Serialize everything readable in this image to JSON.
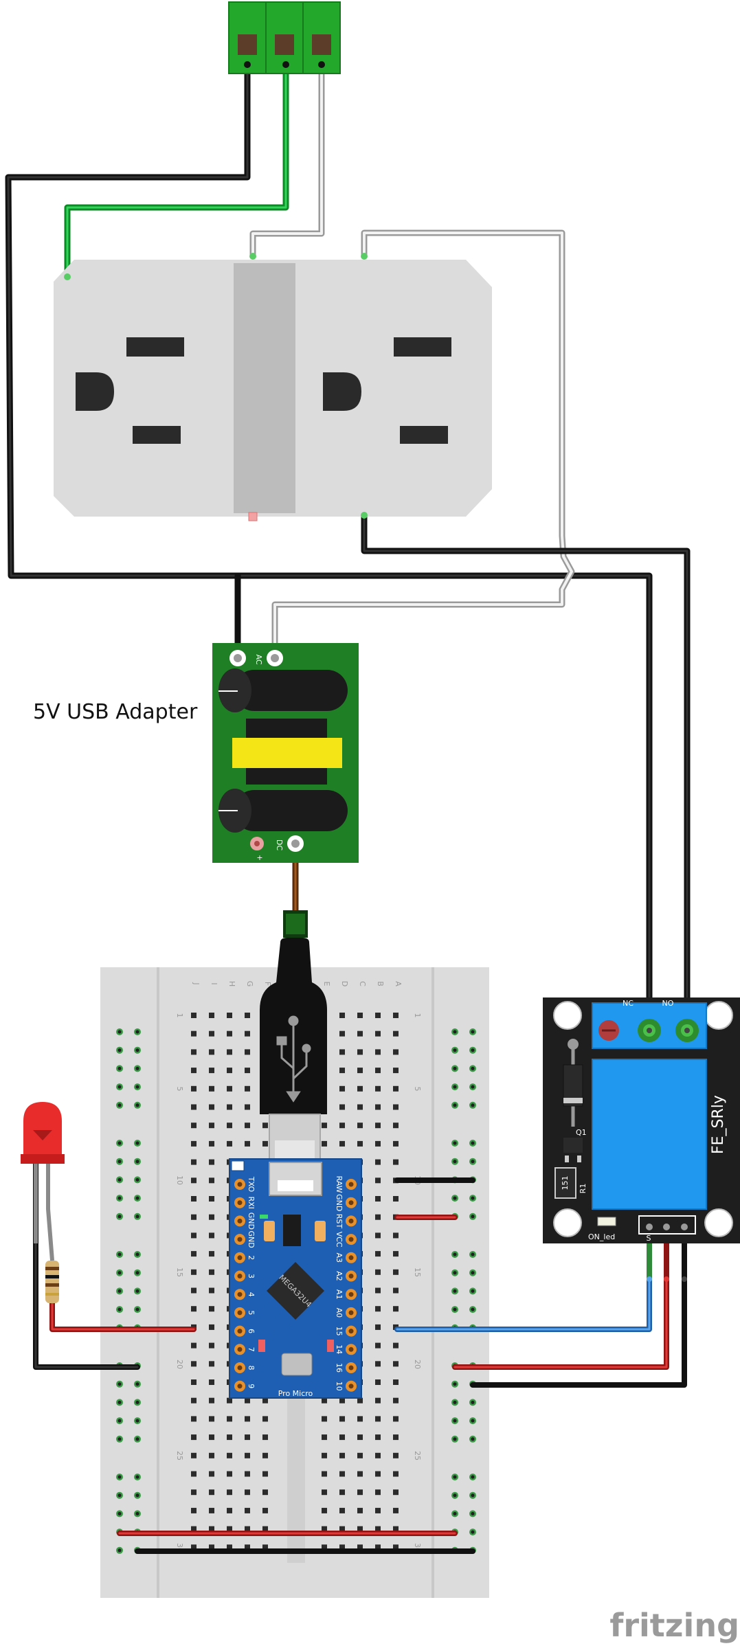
{
  "labels": {
    "usb_adapter": "5V USB Adapter",
    "brand": "fritzing"
  },
  "adapter": {
    "ac": "AC",
    "dc": "DC",
    "plus": "+"
  },
  "relay": {
    "name": "FE_SRly",
    "nc": "NC",
    "no": "NO",
    "on_led": "ON_led",
    "s": "S",
    "q1": "Q1",
    "r1": "R1",
    "r1_code": "151"
  },
  "board": {
    "name": "Pro Micro",
    "chip": "MEGA32U4",
    "left_pins": [
      "TXO",
      "RXI",
      "GND",
      "GND",
      "2",
      "3",
      "4",
      "5",
      "6",
      "7",
      "8",
      "9"
    ],
    "right_pins": [
      "RAW",
      "GND",
      "RST",
      "VCC",
      "A3",
      "A2",
      "A1",
      "A0",
      "15",
      "14",
      "16",
      "10"
    ]
  },
  "breadboard": {
    "cols": [
      "J",
      "I",
      "H",
      "G",
      "F",
      "E",
      "D",
      "C",
      "B",
      "A"
    ],
    "row_numbers": [
      "1",
      "5",
      "10",
      "15",
      "20",
      "25",
      "30"
    ]
  },
  "colors": {
    "wire_black": "#1a1a1a",
    "wire_white": "#d8d8d8",
    "wire_green": "#1db33c",
    "wire_red": "#c8211f",
    "wire_blue": "#3b82d6",
    "pcb_green": "#1e7f24",
    "relay_blue": "#2198f0",
    "arduino_blue": "#1e5fb4",
    "outlet_grey": "#dcdcdc",
    "terminal_green": "#24a82a"
  }
}
